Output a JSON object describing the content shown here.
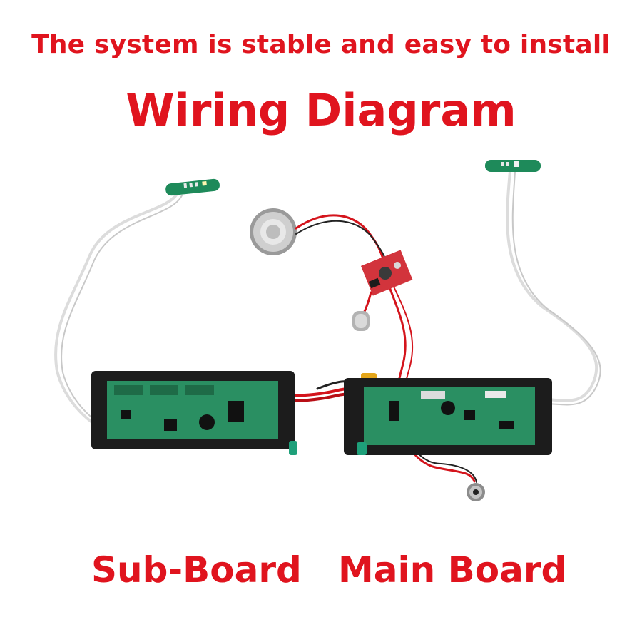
{
  "header": {
    "headline": "The system is stable and easy to install",
    "title": "Wiring Diagram"
  },
  "labels": {
    "sub_board": "Sub-Board",
    "main_board": "Main Board"
  },
  "colors": {
    "text_red": "#e0141e",
    "pcb_green": "#1e8a5a",
    "frame_black": "#1c1c1c",
    "wire_red": "#d4141c",
    "wire_white": "#e9e9e9"
  },
  "components": [
    "sensor-board-left",
    "sensor-board-right",
    "speaker",
    "bluetooth-module",
    "power-switch",
    "charge-port",
    "sub-board",
    "main-board",
    "xt60-connector"
  ]
}
